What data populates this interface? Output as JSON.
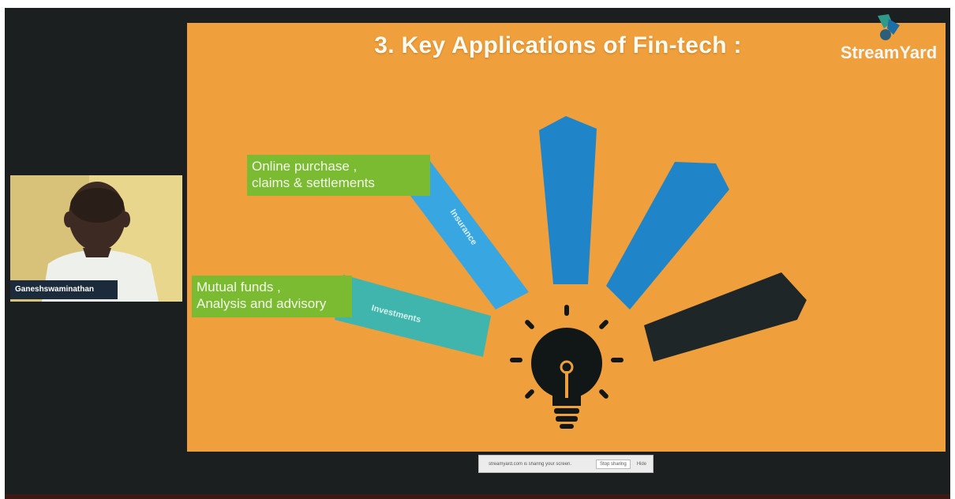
{
  "slide": {
    "title": "3. Key Applications of Fin-tech :",
    "brand": "StreamYard",
    "callouts": {
      "insurance": "Online purchase ,\nclaims & settlements",
      "investments": "Mutual funds ,\nAnalysis and advisory"
    },
    "blades": {
      "insurance": "Insurance",
      "investments": "Investments"
    }
  },
  "participant": {
    "name": "Ganeshswaminathan"
  },
  "share_bar": {
    "message": "streamyard.com is sharing your screen.",
    "stop_label": "Stop sharing",
    "hide_label": "Hide"
  },
  "colors": {
    "slide_background": "#ef9f3b",
    "callout_green": "#7bbb32",
    "blade_blue": "#1f85c8",
    "blade_light_blue": "#38a6e0",
    "blade_teal": "#3fb5ad",
    "blade_dark": "#1f2628"
  }
}
